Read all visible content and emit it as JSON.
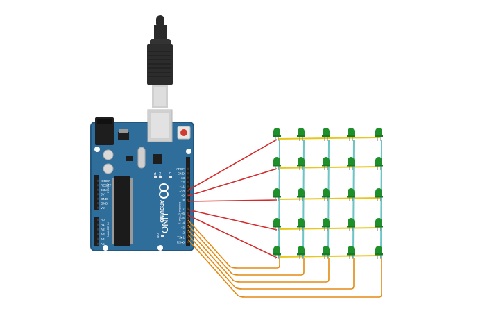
{
  "board": {
    "brand": "ARDUINO",
    "model": "UNO",
    "power_header_label": "POWER",
    "analog_header_label": "ANALOG IN",
    "digital_header_label": "DIGITAL (PWM~)",
    "tx_label": "TX",
    "rx_label": "RX",
    "l_label": "L",
    "on_label": "ON",
    "top_pins": [
      "AREF",
      "GND",
      "13",
      "12",
      "~11",
      "~10",
      "~9",
      "8"
    ],
    "bottom_pins": [
      "7",
      "~6",
      "~5",
      "4",
      "~3",
      "2",
      "TX▸1",
      "RX◂0"
    ],
    "power_pins": [
      "IOREF",
      "RESET",
      "3.3V",
      "5V",
      "GND",
      "GND",
      "Vin"
    ],
    "analog_pins": [
      "A0",
      "A1",
      "A2",
      "A3",
      "A4",
      "A5"
    ]
  },
  "colors": {
    "board": "#2f6d9a",
    "board_edge": "#24577d",
    "anode_wire": "#d62a2a",
    "cathode_wire": "#e38a12",
    "row_bus": "#e7c71c",
    "column_bus": "#6cc4c4",
    "led": "#1f8f2b",
    "usb_cable": "#2a2a2a"
  },
  "icons": [
    "arduino-infinity-logo",
    "usb-plug-icon",
    "reset-button-icon",
    "led-icon"
  ],
  "matrix": {
    "rows": 5,
    "columns": 5
  }
}
